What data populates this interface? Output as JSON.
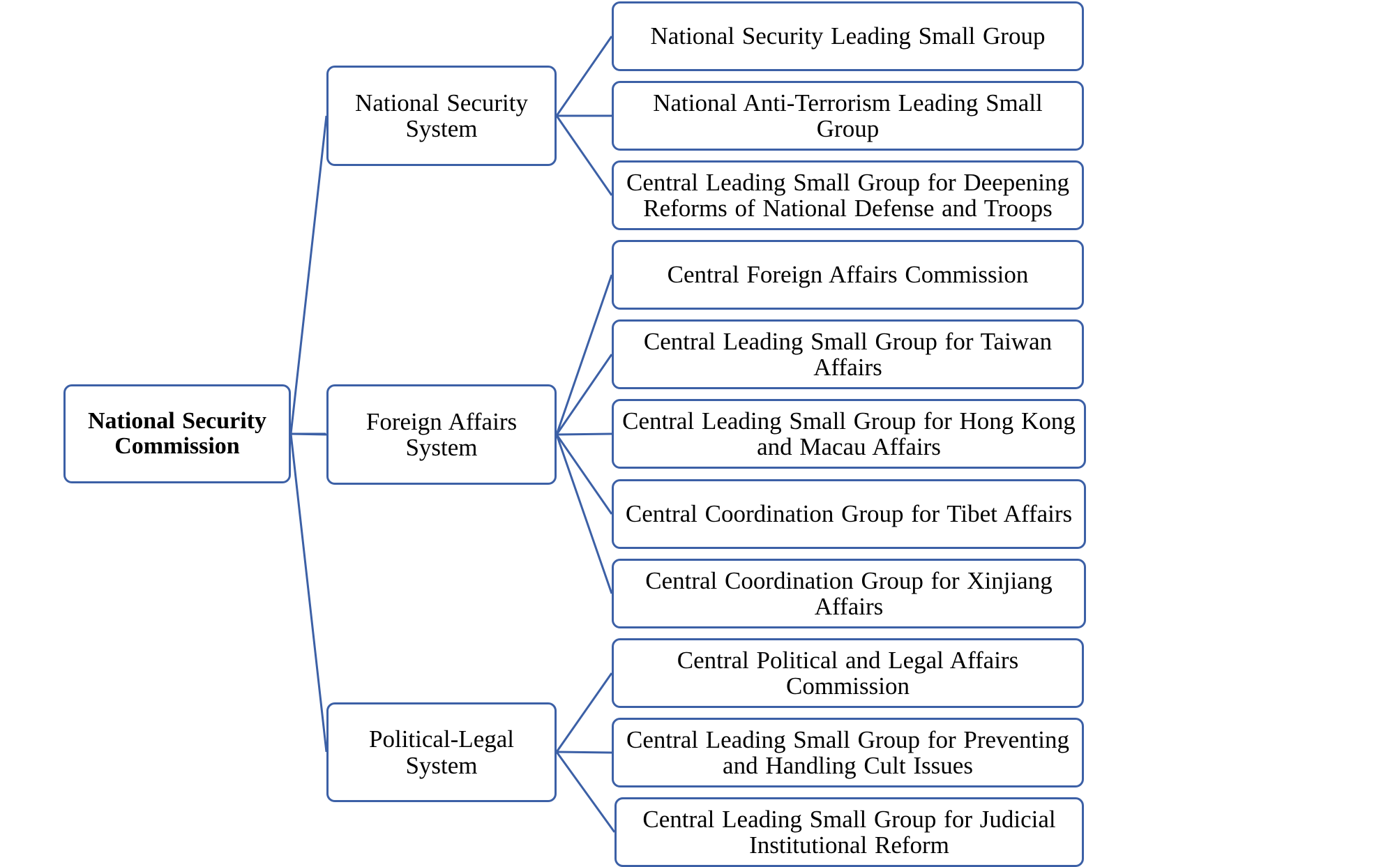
{
  "colors": {
    "node_border": "#3c60a6",
    "connector": "#3c60a6",
    "background": "#ffffff",
    "text": "#000000"
  },
  "root": {
    "label": "National Security\nCommission"
  },
  "systems": [
    {
      "label": "National Security\nSystem",
      "children": [
        "National Security Leading Small Group",
        "National Anti-Terrorism Leading Small\nGroup",
        "Central Leading Small Group for Deepening\nReforms of National Defense and Troops"
      ]
    },
    {
      "label": "Foreign Affairs\nSystem",
      "children": [
        "Central Foreign Affairs Commission",
        "Central Leading Small Group for Taiwan\nAffairs",
        "Central Leading Small Group for Hong Kong\nand Macau Affairs",
        "Central Coordination Group for Tibet Affairs",
        "Central Coordination Group for Xinjiang\nAffairs"
      ]
    },
    {
      "label": "Political-Legal\nSystem",
      "children": [
        "Central Political and Legal Affairs\nCommission",
        "Central Leading Small Group for Preventing\nand Handling Cult Issues",
        "Central Leading Small Group for Judicial\nInstitutional Reform"
      ]
    }
  ]
}
